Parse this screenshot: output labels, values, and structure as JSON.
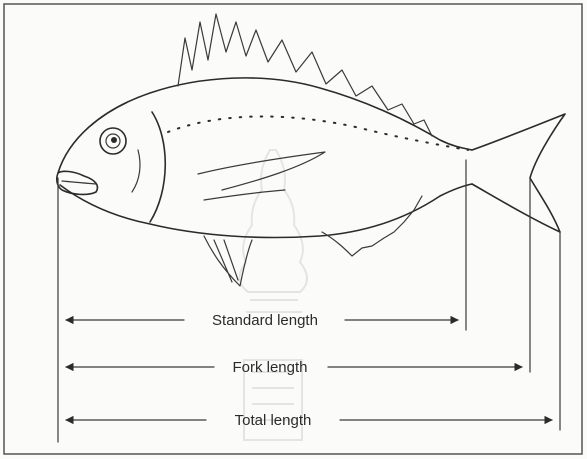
{
  "diagram": {
    "labels": {
      "standard_length": "Standard length",
      "fork_length": "Fork length",
      "total_length": "Total length"
    }
  }
}
